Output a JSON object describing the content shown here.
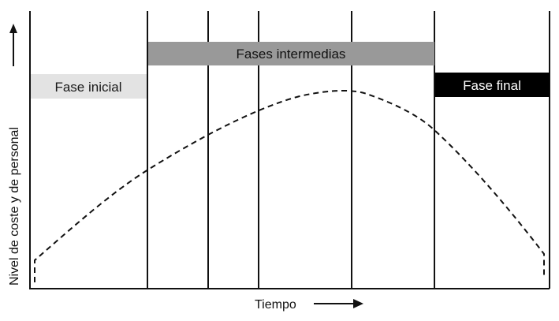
{
  "diagram": {
    "y_axis_label": "Nivel de coste y de personal",
    "x_axis_label": "Tiempo",
    "phases": {
      "initial": "Fase inicial",
      "intermediate": "Fases intermedias",
      "final": "Fase final"
    },
    "colors": {
      "initial_band": "#e3e3e3",
      "intermediate_band": "#999999",
      "final_band": "#000000",
      "lines": "#111111"
    }
  }
}
